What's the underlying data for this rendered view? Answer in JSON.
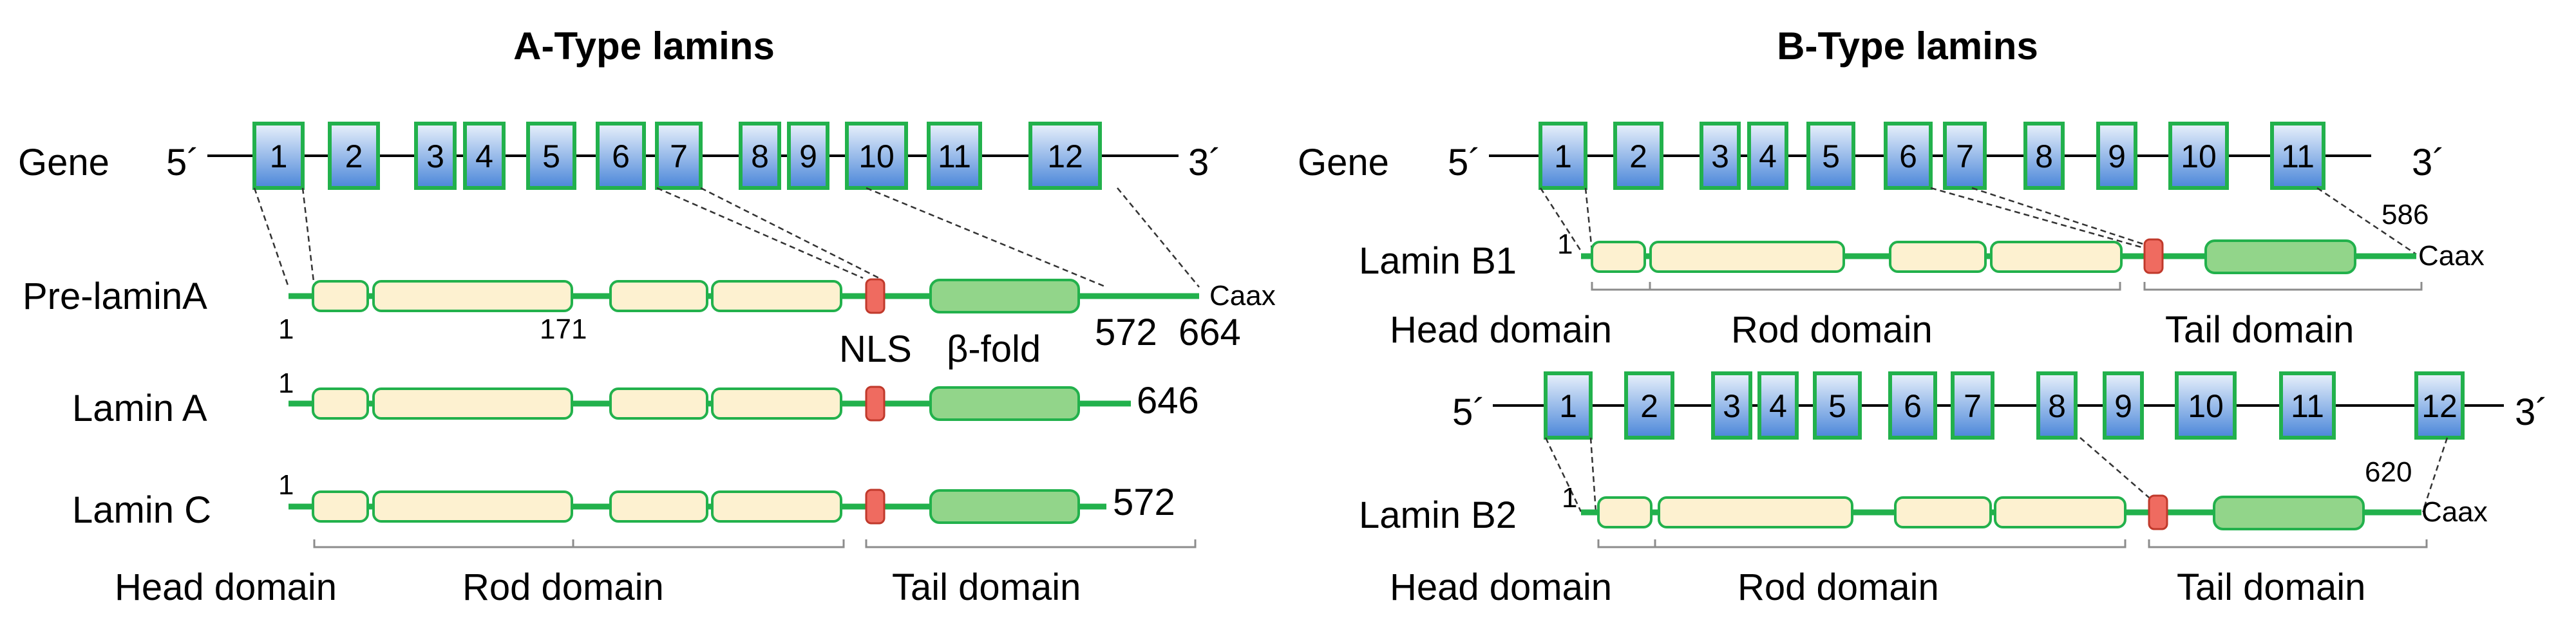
{
  "sections": [
    {
      "title": "A-Type lamins",
      "gene": {
        "label": "Gene",
        "five": "5´",
        "three": "3´",
        "exons": [
          "1",
          "2",
          "3",
          "4",
          "5",
          "6",
          "7",
          "8",
          "9",
          "10",
          "11",
          "12"
        ]
      },
      "proteins": [
        {
          "label": "Pre-laminA",
          "start": "1",
          "mid": "171",
          "end_a": "572",
          "end_b": "664",
          "caax": "Caax",
          "nls": "NLS",
          "beta": "β-fold"
        },
        {
          "label": "Lamin A",
          "start": "1",
          "end": "646"
        },
        {
          "label": "Lamin C",
          "start": "1",
          "end": "572"
        }
      ],
      "domains": [
        "Head domain",
        "Rod domain",
        "Tail domain"
      ]
    },
    {
      "title": "B-Type lamins",
      "gene1": {
        "label": "Gene",
        "five": "5´",
        "three": "3´",
        "exons": [
          "1",
          "2",
          "3",
          "4",
          "5",
          "6",
          "7",
          "8",
          "9",
          "10",
          "11"
        ]
      },
      "protein1": {
        "label": "Lamin B1",
        "start": "1",
        "end": "586",
        "caax": "Caax"
      },
      "domains1": [
        "Head domain",
        "Rod domain",
        "Tail domain"
      ],
      "gene2": {
        "five": "5´",
        "three": "3´",
        "exons": [
          "1",
          "2",
          "3",
          "4",
          "5",
          "6",
          "7",
          "8",
          "9",
          "10",
          "11",
          "12"
        ]
      },
      "protein2": {
        "label": "Lamin B2",
        "start": "1",
        "end": "620",
        "caax": "Caax"
      },
      "domains2": [
        "Head domain",
        "Rod domain",
        "Tail domain"
      ]
    }
  ],
  "colors": {
    "exon_top": "#ffffff",
    "exon_bottom": "#4a86d9",
    "outline": "#22b14c",
    "rod": "#fdf1d0",
    "beta": "#92d58a",
    "nls": "#ef6b60"
  }
}
